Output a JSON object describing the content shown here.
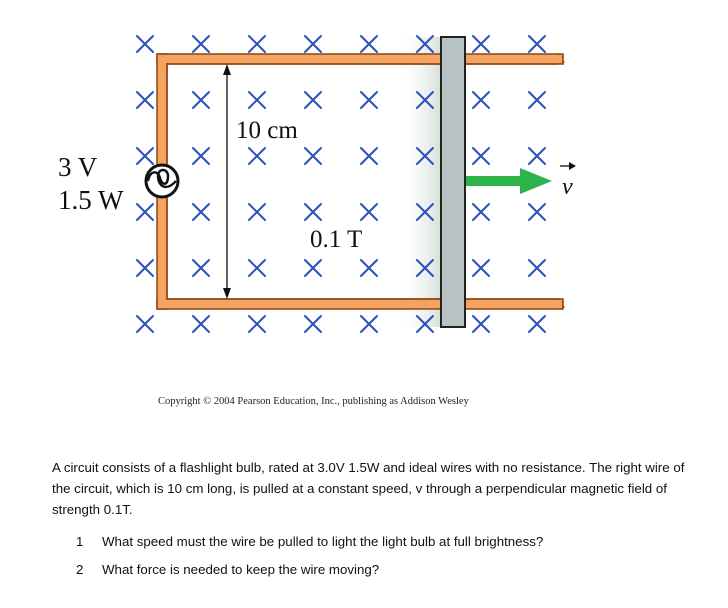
{
  "figure": {
    "bulb_label": {
      "voltage": "3 V",
      "power": "1.5 W"
    },
    "length_label": "10 cm",
    "field_label": "0.1 T",
    "velocity_symbol": "v",
    "copyright": "Copyright © 2004 Pearson Education, Inc., publishing as Addison Wesley",
    "colors": {
      "wire": "#f4a460",
      "wire_edge": "#8b4513",
      "rod": "#b8c4c4",
      "arrow": "#2db34a",
      "cross": "#2a4fc0"
    }
  },
  "problem": {
    "text": "A circuit consists of a flashlight bulb, rated at 3.0V 1.5W and ideal wires with no resistance.  The right wire of the circuit, which is 10 cm long, is pulled at a constant speed, v through a perpendicular magnetic field of strength 0.1T.",
    "questions": [
      {
        "number": "1",
        "text": "What speed must the wire be pulled to light the light bulb at full brightness?"
      },
      {
        "number": "2",
        "text": "What force is needed to keep the wire moving?"
      }
    ]
  }
}
